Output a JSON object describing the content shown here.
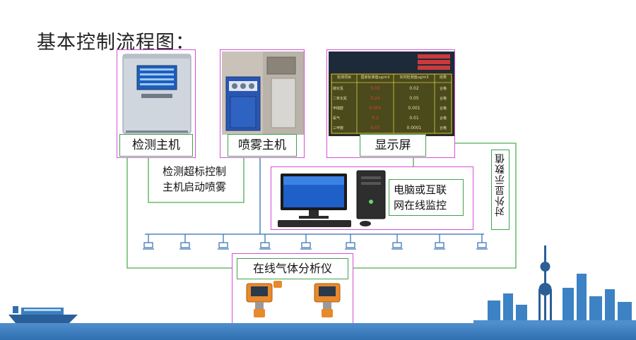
{
  "title": "基本控制流程图：",
  "nodes": {
    "host": "检测主机",
    "spray": "喷雾主机",
    "display": "显示屏",
    "monitor": "电脑或互联网在线监控",
    "monitor_l1": "电脑或互联",
    "monitor_l2": "网在线监控",
    "analyzer": "在线气体分析仪"
  },
  "edges": {
    "alarm_l1": "检测超标控制",
    "alarm_l2": "主机启动喷雾",
    "external": "对外显示数值"
  },
  "screen": {
    "headers": [
      "检测项目",
      "国家标准值ug/m3",
      "实时检测值ug/m3",
      "结果"
    ],
    "rows": [
      [
        "硫化氢",
        "0.03",
        "0.02",
        "合格"
      ],
      [
        "二氧化氮",
        "0.24",
        "0.05",
        "合格"
      ],
      [
        "甲硫醇",
        "0.001",
        "0.001",
        "合格"
      ],
      [
        "氨气",
        "0.2",
        "0.01",
        "合格"
      ],
      [
        "三甲胺",
        "0.07",
        "0.0001",
        "合格"
      ]
    ]
  },
  "colors": {
    "frame": "#d64fd6",
    "label_border": "#3fa34d",
    "line": "#4caf50",
    "pipe": "#2f6fb0",
    "sea": "#3b78b5"
  }
}
